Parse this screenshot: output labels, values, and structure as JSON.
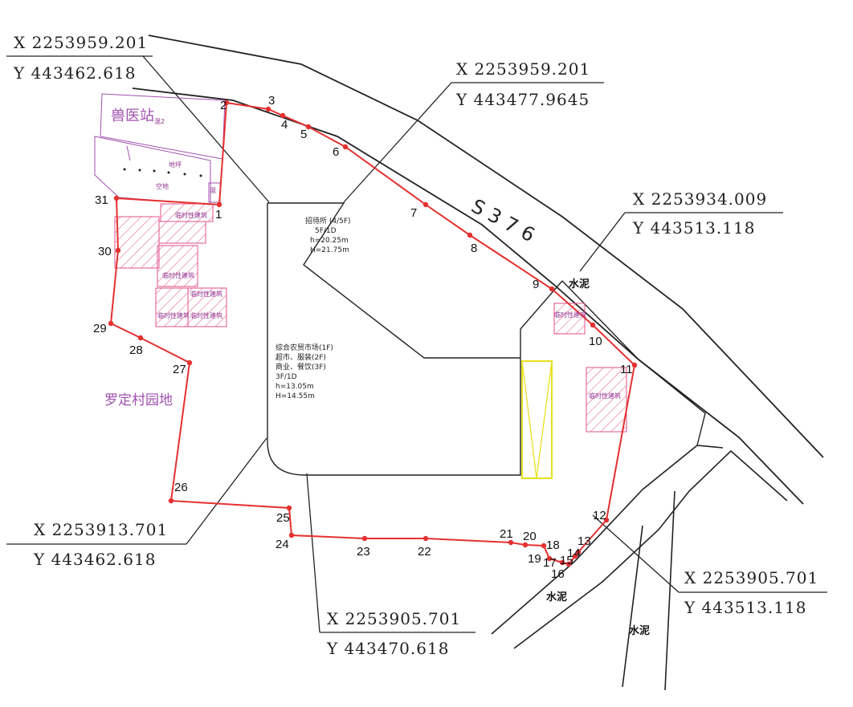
{
  "colors": {
    "boundary": "#e53030",
    "outline": "#222222",
    "purple": "#a050b0",
    "hatch": "#e0508a",
    "yellow": "#e8e020"
  },
  "map": {
    "road_label": "S376",
    "cement_label": "水泥",
    "vet_station": "兽医站",
    "vet_station_suffix": "混2",
    "luoding_garden": "罗定村园地",
    "sidewalk": "地坪",
    "empty_lot": "空地",
    "temp_building": "临时性建筑",
    "small_mix": "混",
    "hotel_lines": [
      "招待所 (4/5F)",
      "5F/1D",
      "h=20.25m",
      "H=21.75m"
    ],
    "market_lines": [
      "综合农贸市场(1F)",
      "超市、服装(2F)",
      "商业、餐饮(3F)",
      "3F/1D",
      "h=13.05m",
      "H=14.55m"
    ],
    "coordinates": [
      {
        "x": "X 2253959.201",
        "y": "Y 443462.618"
      },
      {
        "x": "X 2253959.201",
        "y": "Y 443477.9645"
      },
      {
        "x": "X 2253934.009",
        "y": "Y 443513.118"
      },
      {
        "x": "X 2253913.701",
        "y": "Y 443462.618"
      },
      {
        "x": "X 2253905.701",
        "y": "Y 443470.618"
      },
      {
        "x": "X 2253905.701",
        "y": "Y 443513.118"
      }
    ],
    "points": [
      "1",
      "2",
      "3",
      "4",
      "5",
      "6",
      "7",
      "8",
      "9",
      "10",
      "11",
      "12",
      "13",
      "14",
      "15",
      "16",
      "17",
      "18",
      "19",
      "20",
      "21",
      "22",
      "23",
      "24",
      "25",
      "26",
      "27",
      "28",
      "29",
      "30",
      "31"
    ]
  }
}
